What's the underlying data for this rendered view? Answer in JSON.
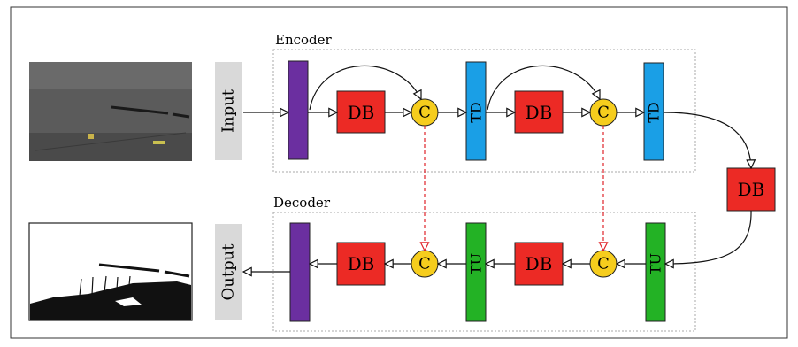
{
  "diagram": {
    "encoder_label": "Encoder",
    "decoder_label": "Decoder",
    "input_label": "Input",
    "output_label": "Output",
    "encoder_blocks": {
      "db1": "DB",
      "c1": "C",
      "td1": "TD",
      "db2": "DB",
      "c2": "C",
      "td2": "TD"
    },
    "bottleneck": "DB",
    "decoder_blocks": {
      "tu1": "TU",
      "c3": "C",
      "db3": "DB",
      "tu2": "TU",
      "c4": "C",
      "db4": "DB"
    },
    "colors": {
      "dense_block": "#ec2a25",
      "concat": "#f6cd1d",
      "transition_down": "#1a9fe6",
      "transition_up": "#23b225",
      "conv": "#6b2fa0",
      "skip_connection": "#e0232a",
      "io_label_bg": "#d9d9d9",
      "input_image": "#5b5b5b"
    }
  }
}
